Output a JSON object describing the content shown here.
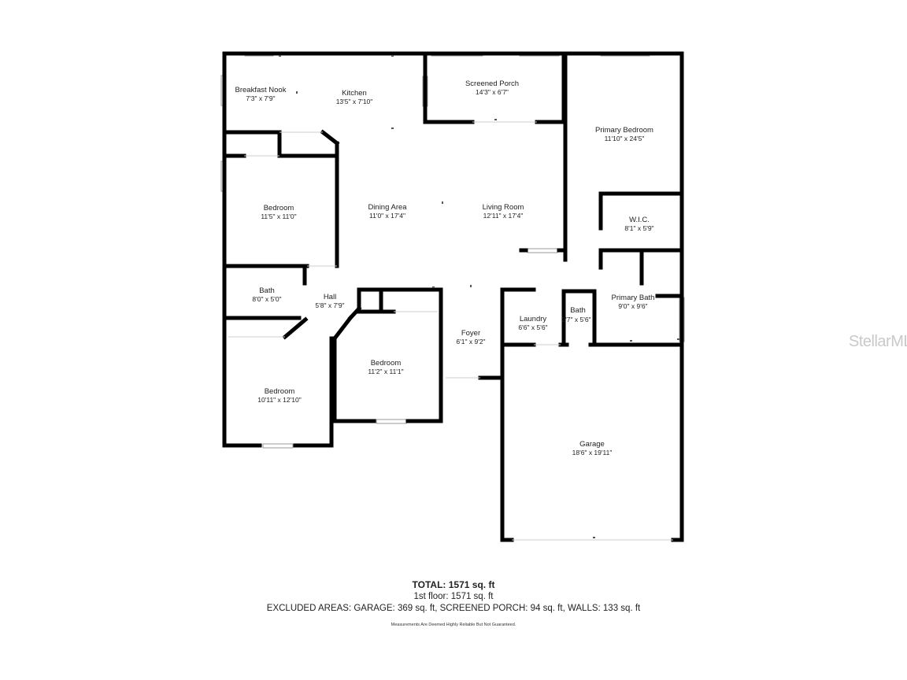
{
  "rooms": [
    {
      "name": "Breakfast Nook",
      "dims": "7'3\" x 7'9\""
    },
    {
      "name": "Kitchen",
      "dims": "13'5\" x 7'10\""
    },
    {
      "name": "Screened Porch",
      "dims": "14'3\" x 6'7\""
    },
    {
      "name": "Primary Bedroom",
      "dims": "11'10\" x 24'5\""
    },
    {
      "name": "Bedroom",
      "dims": "11'5\" x 11'0\""
    },
    {
      "name": "Dining Area",
      "dims": "11'0\" x 17'4\""
    },
    {
      "name": "Living Room",
      "dims": "12'11\" x 17'4\""
    },
    {
      "name": "W.I.C.",
      "dims": "8'1\" x 5'9\""
    },
    {
      "name": "Bath",
      "dims": "8'0\" x 5'0\""
    },
    {
      "name": "Hall",
      "dims": "5'8\" x 7'9\""
    },
    {
      "name": "Laundry",
      "dims": "6'6\" x 5'6\""
    },
    {
      "name": "Bath",
      "dims": "2'7\" x 5'6\""
    },
    {
      "name": "Primary Bath",
      "dims": "9'0\" x 9'6\""
    },
    {
      "name": "Foyer",
      "dims": "6'1\" x 9'2\""
    },
    {
      "name": "Bedroom",
      "dims": "11'2\" x 11'1\""
    },
    {
      "name": "Bedroom",
      "dims": "10'11\" x 12'10\""
    },
    {
      "name": "Garage",
      "dims": "18'6\" x 19'11\""
    }
  ],
  "summary": {
    "total": "TOTAL: 1571 sq. ft",
    "floor": "1st floor: 1571 sq. ft",
    "excluded": "EXCLUDED AREAS: GARAGE: 369 sq. ft, SCREENED PORCH: 94 sq. ft, WALLS: 133 sq. ft",
    "disclaimer": "Measurements Are Deemed Highly Reliable But Not Guaranteed."
  },
  "watermark": "StellarMLS",
  "colors": {
    "wall": "#000000",
    "window": "#bfbfbf",
    "background": "#ffffff"
  }
}
